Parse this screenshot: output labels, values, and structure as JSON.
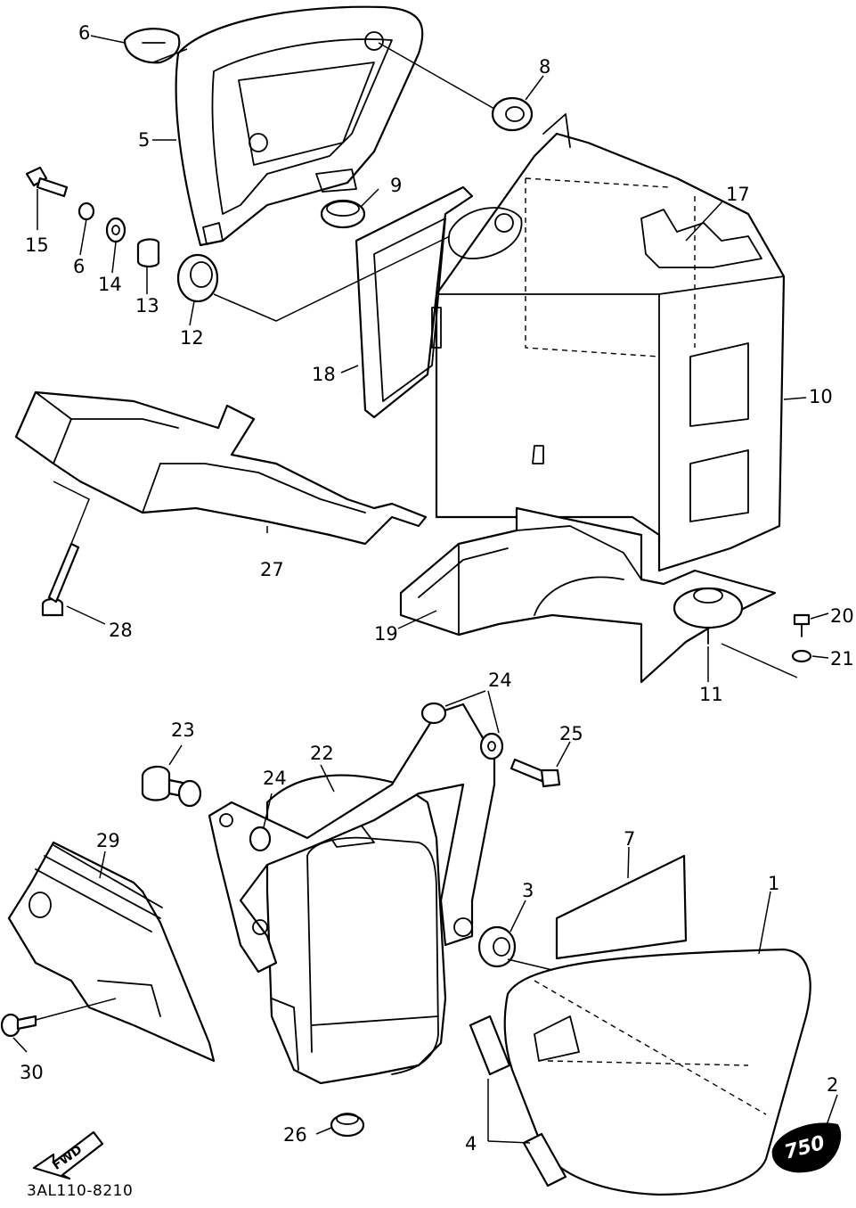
{
  "diagram": {
    "drawing_code": "3AL110-8210",
    "fwd_label": "FWD",
    "emblem_text": "750",
    "callouts": {
      "c1": "1",
      "c2": "2",
      "c3": "3",
      "c4": "4",
      "c5": "5",
      "c6a": "6",
      "c6b": "6",
      "c7": "7",
      "c8": "8",
      "c9": "9",
      "c10": "10",
      "c11": "11",
      "c12": "12",
      "c13": "13",
      "c14": "14",
      "c15": "15",
      "c17": "17",
      "c18": "18",
      "c19": "19",
      "c20": "20",
      "c21": "21",
      "c22": "22",
      "c23": "23",
      "c24a": "24",
      "c24b": "24",
      "c25": "25",
      "c26": "26",
      "c27": "27",
      "c28": "28",
      "c29": "29",
      "c30": "30"
    }
  }
}
